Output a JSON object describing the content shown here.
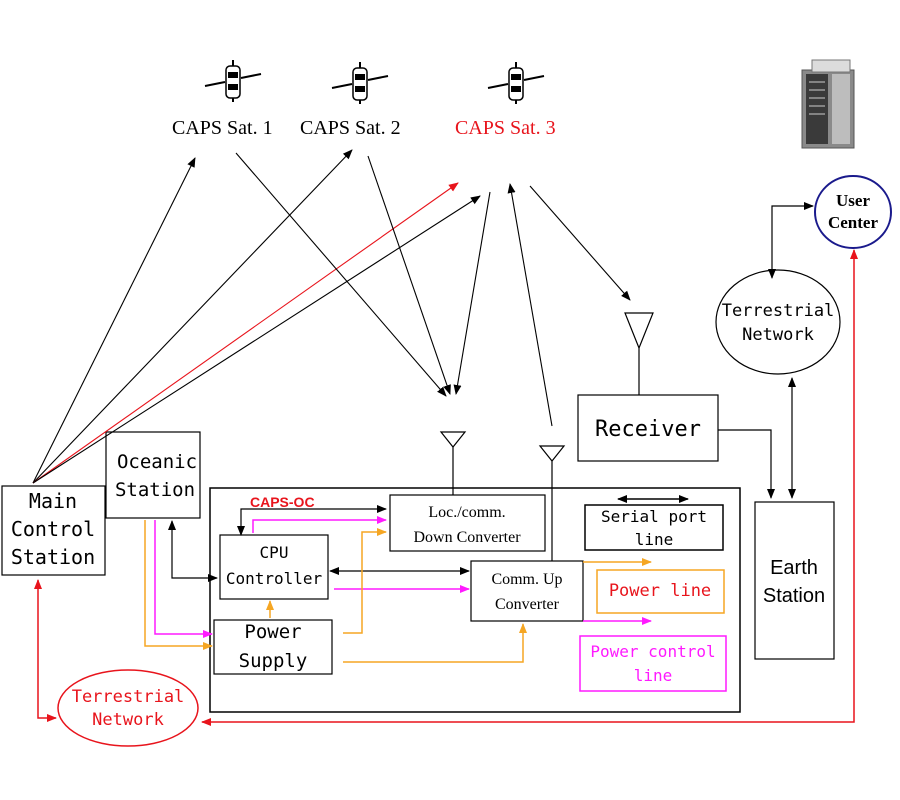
{
  "colors": {
    "black": "#000000",
    "red": "#e8141c",
    "orange": "#f5a623",
    "magenta": "#ff1aff",
    "navy": "#1a1a8c"
  },
  "satellites": {
    "sat1_label": "CAPS Sat. 1",
    "sat2_label": "CAPS Sat. 2",
    "sat3_label": "CAPS Sat. 3"
  },
  "stations": {
    "main_control": [
      "Main",
      "Control",
      "Station"
    ],
    "oceanic": [
      "Oceanic",
      "Station"
    ],
    "receiver": "Receiver",
    "earth": [
      "Earth",
      "Station"
    ],
    "user_center": [
      "User",
      "Center"
    ]
  },
  "networks": {
    "terrestrial_top": [
      "Terrestrial",
      "Network"
    ],
    "terrestrial_bottom": [
      "Terrestrial",
      "Network"
    ]
  },
  "oc_box": {
    "label": "CAPS-OC",
    "cpu": [
      "CPU",
      "Controller"
    ],
    "power_supply": [
      "Power",
      "Supply"
    ],
    "down_converter": [
      "Loc./comm.",
      "Down Converter"
    ],
    "up_converter": [
      "Comm. Up",
      "Converter"
    ]
  },
  "legend": {
    "serial": [
      "Serial port",
      "line"
    ],
    "power": "Power line",
    "power_control": [
      "Power control",
      "line"
    ]
  },
  "icons": [
    "satellite-icon",
    "server-icon",
    "antenna-icon"
  ]
}
